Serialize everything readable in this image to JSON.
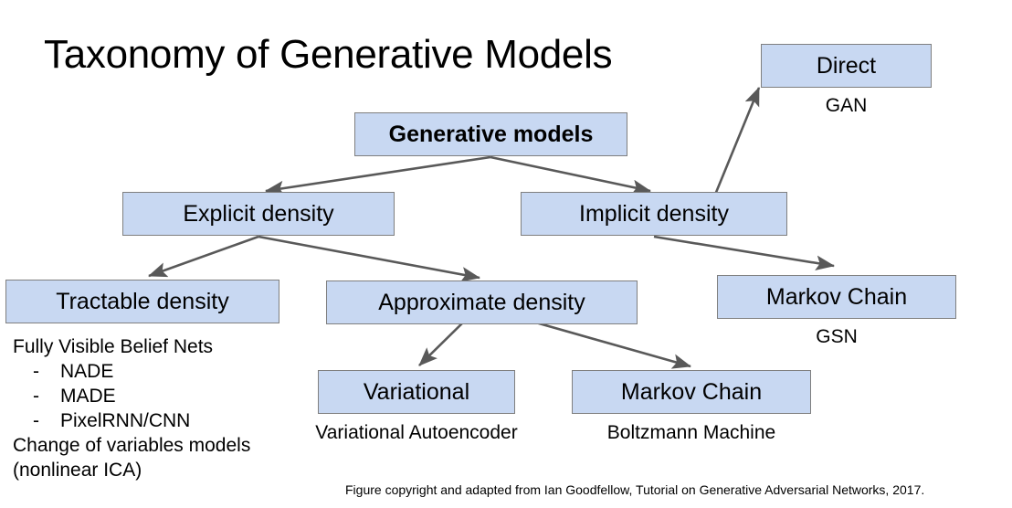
{
  "slide": {
    "title": "Taxonomy of Generative Models",
    "footer": "Figure copyright and adapted from Ian Goodfellow, Tutorial on Generative Adversarial Networks, 2017.",
    "background_color": "#ffffff",
    "node_fill_color": "#c8d8f2",
    "node_border_color": "#7f7f7f",
    "arrow_color": "#595959",
    "text_color": "#000000"
  },
  "nodes": {
    "generative_models": "Generative models",
    "explicit_density": "Explicit density",
    "implicit_density": "Implicit density",
    "tractable_density": "Tractable density",
    "approximate_density": "Approximate density",
    "direct": "Direct",
    "markov_chain_implicit": "Markov Chain",
    "variational": "Variational",
    "markov_chain_approx": "Markov Chain"
  },
  "captions": {
    "direct": "GAN",
    "markov_chain_implicit": "GSN",
    "variational": "Variational Autoencoder",
    "markov_chain_approx": "Boltzmann Machine"
  },
  "tractable_examples": {
    "heading": "Fully Visible Belief Nets",
    "bullet_marker": "-",
    "items": [
      "NADE",
      "MADE",
      "PixelRNN/CNN"
    ],
    "extra_line_1": "Change of variables models",
    "extra_line_2": "(nonlinear ICA)"
  },
  "edges": [
    {
      "from": "generative_models",
      "to": "explicit_density"
    },
    {
      "from": "generative_models",
      "to": "implicit_density"
    },
    {
      "from": "explicit_density",
      "to": "tractable_density"
    },
    {
      "from": "explicit_density",
      "to": "approximate_density"
    },
    {
      "from": "implicit_density",
      "to": "direct"
    },
    {
      "from": "implicit_density",
      "to": "markov_chain_implicit"
    },
    {
      "from": "approximate_density",
      "to": "variational"
    },
    {
      "from": "approximate_density",
      "to": "markov_chain_approx"
    }
  ]
}
